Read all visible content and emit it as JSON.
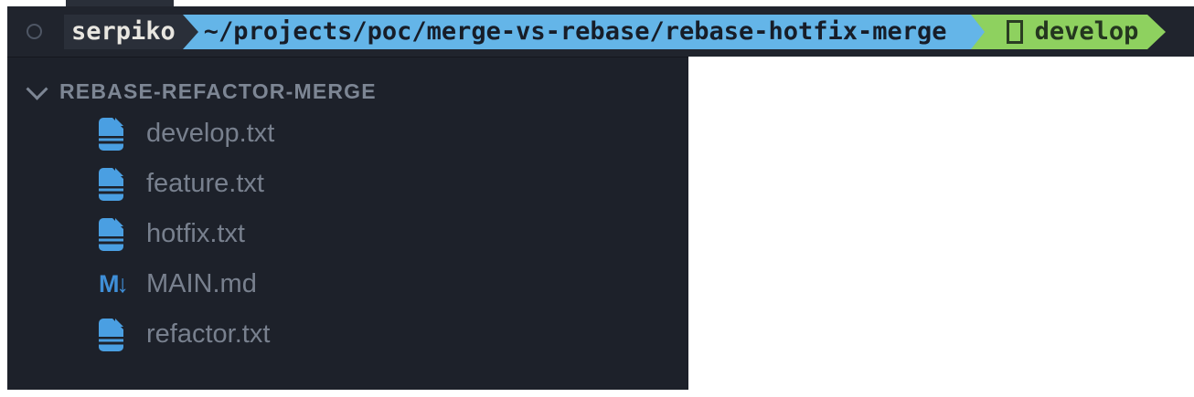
{
  "terminal": {
    "user": "serpiko",
    "cwd": "~/projects/poc/merge-vs-rebase/rebase-hotfix-merge",
    "git_branch": "develop",
    "colors": {
      "bar_bg": "#20242d",
      "user_segment_bg": "#2a2f39",
      "user_segment_fg": "#e8e6e0",
      "path_segment_bg": "#64b5e8",
      "path_segment_fg": "#171d28",
      "branch_segment_bg": "#8ed15f",
      "branch_segment_fg": "#24361f"
    }
  },
  "explorer": {
    "section_label": "REBASE-REFACTOR-MERGE",
    "files": [
      {
        "name": "develop.txt",
        "icon": "file-text-icon"
      },
      {
        "name": "feature.txt",
        "icon": "file-text-icon"
      },
      {
        "name": "hotfix.txt",
        "icon": "file-text-icon"
      },
      {
        "name": "MAIN.md",
        "icon": "markdown-icon"
      },
      {
        "name": "refactor.txt",
        "icon": "file-text-icon"
      }
    ],
    "icons": {
      "markdown_glyph": "M↓"
    },
    "colors": {
      "panel_bg": "#1d212a",
      "header_fg": "#7d8694",
      "file_fg": "#78808e",
      "file_icon_blue": "#4a9fe2",
      "markdown_icon_blue": "#3f8fd8"
    }
  }
}
